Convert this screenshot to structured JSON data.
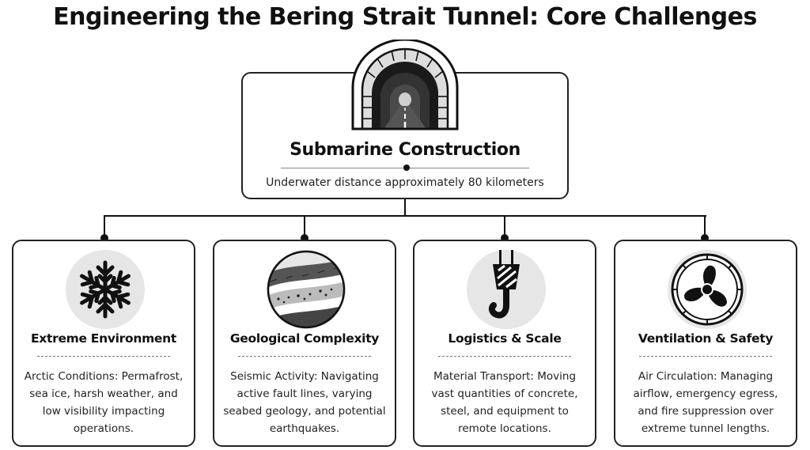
{
  "title": "Engineering the Bering Strait Tunnel: Core Challenges",
  "top": {
    "heading": "Submarine Construction",
    "description": "Underwater distance approximately 80 kilometers",
    "icon": "tunnel-icon"
  },
  "cards": [
    {
      "title": "Extreme Environment",
      "description": "Arctic Conditions: Permafrost, sea ice, harsh weather, and low visibility impacting operations.",
      "icon": "snowflake-icon"
    },
    {
      "title": "Geological Complexity",
      "description": "Seismic Activity: Navigating active fault lines, varying seabed geology, and potential earthquakes.",
      "icon": "rock-strata-icon"
    },
    {
      "title": "Logistics & Scale",
      "description": "Material Transport: Moving vast quantities of concrete, steel, and equipment to remote locations.",
      "icon": "crane-hook-icon"
    },
    {
      "title": "Ventilation & Safety",
      "description": "Air Circulation: Managing airflow, emergency egress, and fire suppression over extreme tunnel lengths.",
      "icon": "fan-icon"
    }
  ],
  "colors": {
    "ink": "#111111",
    "icon_background": "#e6e6e6",
    "page_background": "#ffffff"
  }
}
